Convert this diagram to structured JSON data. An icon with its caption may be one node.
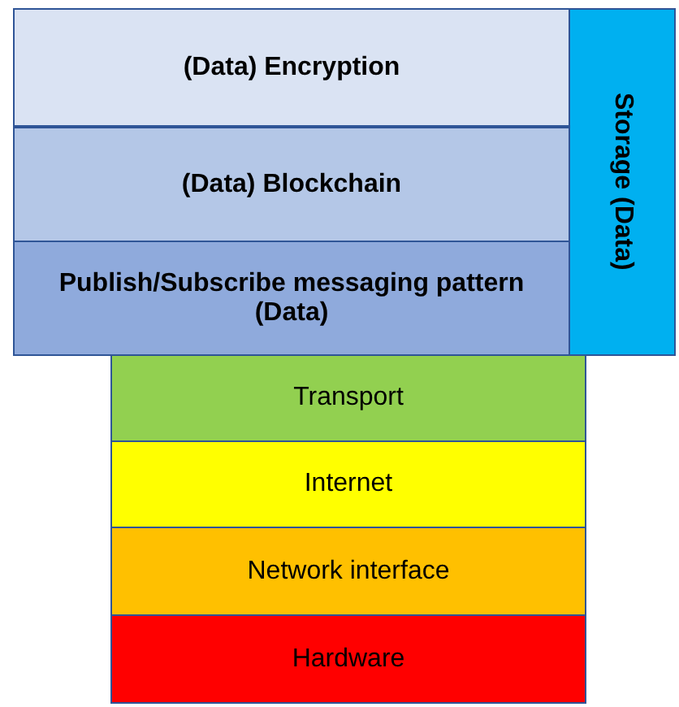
{
  "diagram": {
    "nodes": [
      {
        "text": [
          "(Data) Encryption"
        ]
      },
      {
        "text": [
          "(Data) Blockchain"
        ]
      },
      {
        "text": [
          "Publish/Subscribe messaging pattern (Data)"
        ]
      },
      {
        "text": [
          "Storage (Data)"
        ]
      },
      {
        "text": [
          "Transport"
        ]
      },
      {
        "text": [
          "Internet"
        ]
      },
      {
        "text": [
          "Network interface"
        ]
      },
      {
        "text": [
          "Hardware"
        ]
      }
    ]
  }
}
